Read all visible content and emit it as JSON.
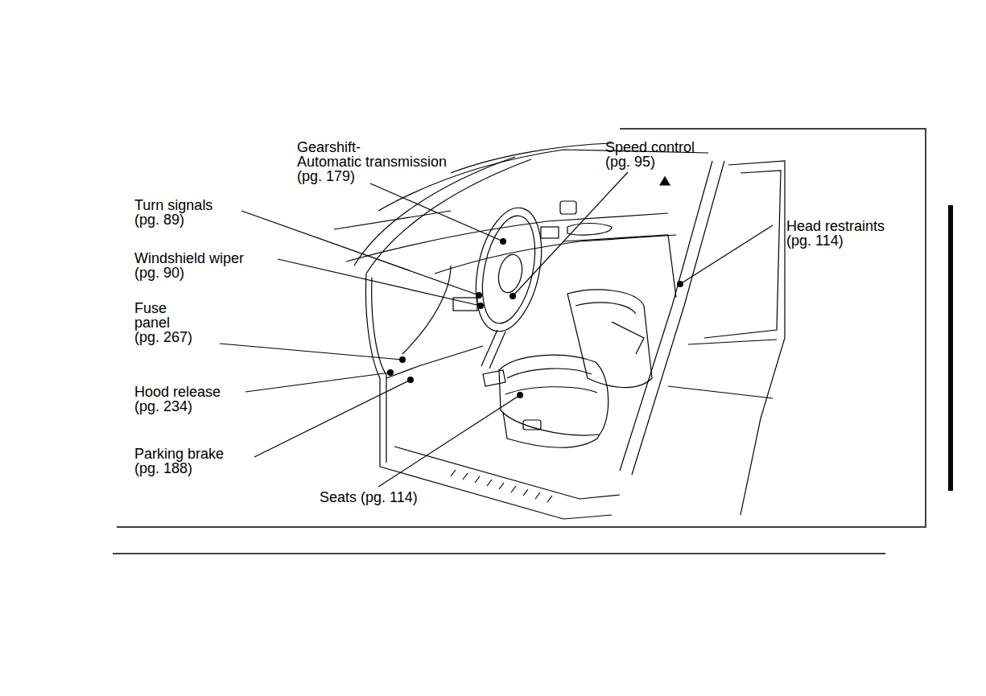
{
  "diagram": {
    "labels": [
      "Gearshift- Automatic transmission (pg. 179)",
      "Speed control (pg. 95)",
      "Turn signals (pg. 89)",
      "Windshield wiper (pg. 90)",
      "Fuse panel (pg. 267)",
      "Hood release (pg. 234)",
      "Parking brake (pg. 188)",
      "Seats (pg. 114)",
      "Head restraints (pg. 114)"
    ]
  }
}
